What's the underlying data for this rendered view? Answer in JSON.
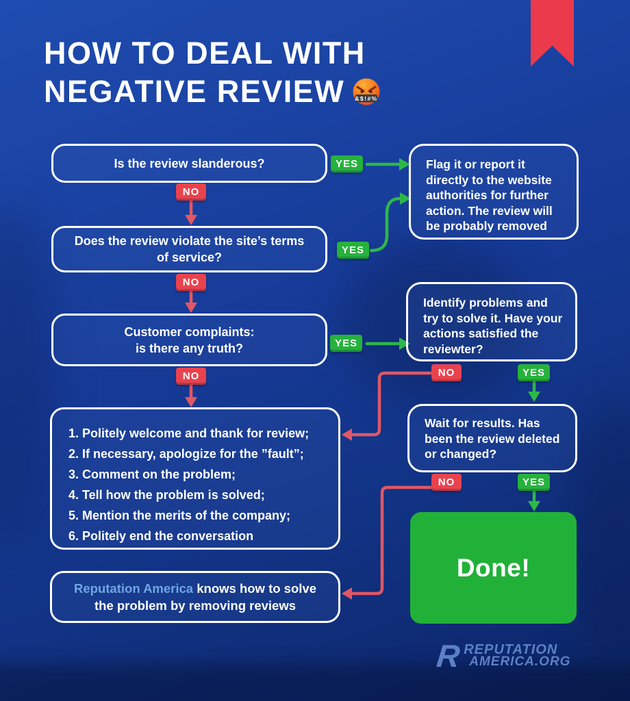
{
  "title": {
    "line1": "HOW TO DEAL WITH",
    "line2": "NEGATIVE REVIEW",
    "emoji_grawlix": "&$!#%"
  },
  "labels": {
    "yes": "YES",
    "no": "NO"
  },
  "boxes": {
    "q_slanderous": "Is the review slanderous?",
    "flag": "Flag it or report it directly to the website authorities for further action. The review will be probably removed",
    "q_terms_line1": "Does the review violate the site’s terms",
    "q_terms_line2": "of service?",
    "q_complaints_line1": "Customer complaints:",
    "q_complaints_line2": "is there any truth?",
    "identify": "Identify problems and try to solve it. Have your actions satisfied the reviewter?",
    "steps": [
      "1. Politely welcome and thank for review;",
      "2. If necessary, apologize for the ”fault”;",
      "3. Comment on the problem;",
      "4. Tell how the problem is solved;",
      "5. Mention the merits of the company;",
      "6. Politely end the conversation"
    ],
    "wait": "Wait for results. Has been the review deleted or changed?",
    "done": "Done!",
    "reputation_brand": "Reputation America",
    "reputation_rest": " knows how to solve the problem by removing reviews"
  },
  "footer": {
    "brand_line1": "REPUTATION",
    "brand_line2": "AMERICA.ORG"
  },
  "colors": {
    "background_top": "#1f4cb0",
    "background_bottom": "#0b2462",
    "box_border": "#ffffff",
    "yes_green": "#26b23c",
    "done_green": "#21b138",
    "no_red": "#e8434f",
    "arrow_red": "#e25764",
    "arrow_green": "#2db848",
    "ribbon_red": "#ea3a4c",
    "brand_link_blue": "#6fa7e3",
    "logo_blue": "#5d80c5"
  }
}
